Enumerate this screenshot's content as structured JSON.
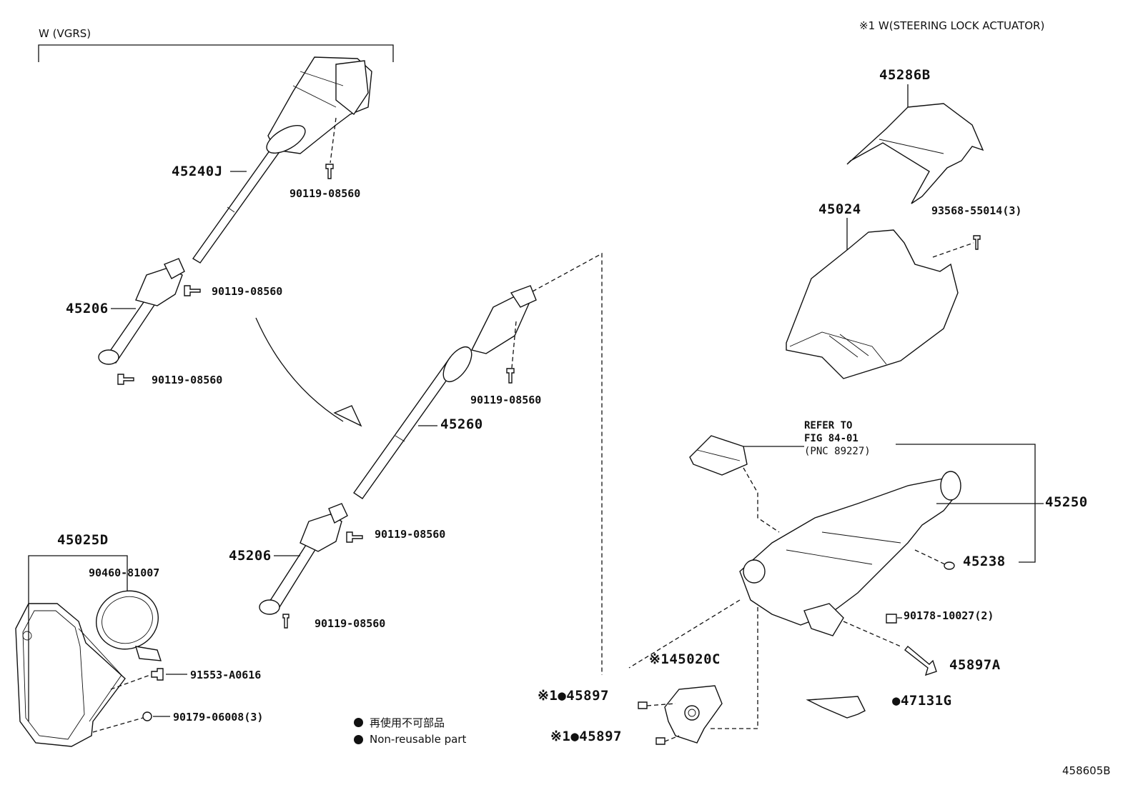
{
  "header": {
    "group_label": "W (VGRS)",
    "note_label": "※1 W(STEERING LOCK ACTUATOR)",
    "figure_id": "458605B"
  },
  "parts": {
    "p45240J": "45240J",
    "p90119_a": "90119-08560",
    "p90119_b": "90119-08560",
    "p45206_a": "45206",
    "p90119_c": "90119-08560",
    "p90119_d": "90119-08560",
    "p45260": "45260",
    "p90119_e": "90119-08560",
    "p45206_b": "45206",
    "p90119_f": "90119-08560",
    "p45286B": "45286B",
    "p45024": "45024",
    "p93568": "93568-55014(3)",
    "p45250": "45250",
    "p45238": "45238",
    "p90178": "90178-10027(2)",
    "p45897A": "45897A",
    "p47131G": "●47131G",
    "p45020C": "※145020C",
    "p45897_a": "※1●45897",
    "p45897_b": "※1●45897",
    "p45025D": "45025D",
    "p90460": "90460-81007",
    "p91553": "91553-A0616",
    "p90179": "90179-06008(3)"
  },
  "reference": {
    "line1": "REFER TO",
    "line2": "FIG 84-01",
    "line3": "(PNC 89227)"
  },
  "legend": {
    "jp": "再使用不可部品",
    "en": "Non-reusable part"
  }
}
